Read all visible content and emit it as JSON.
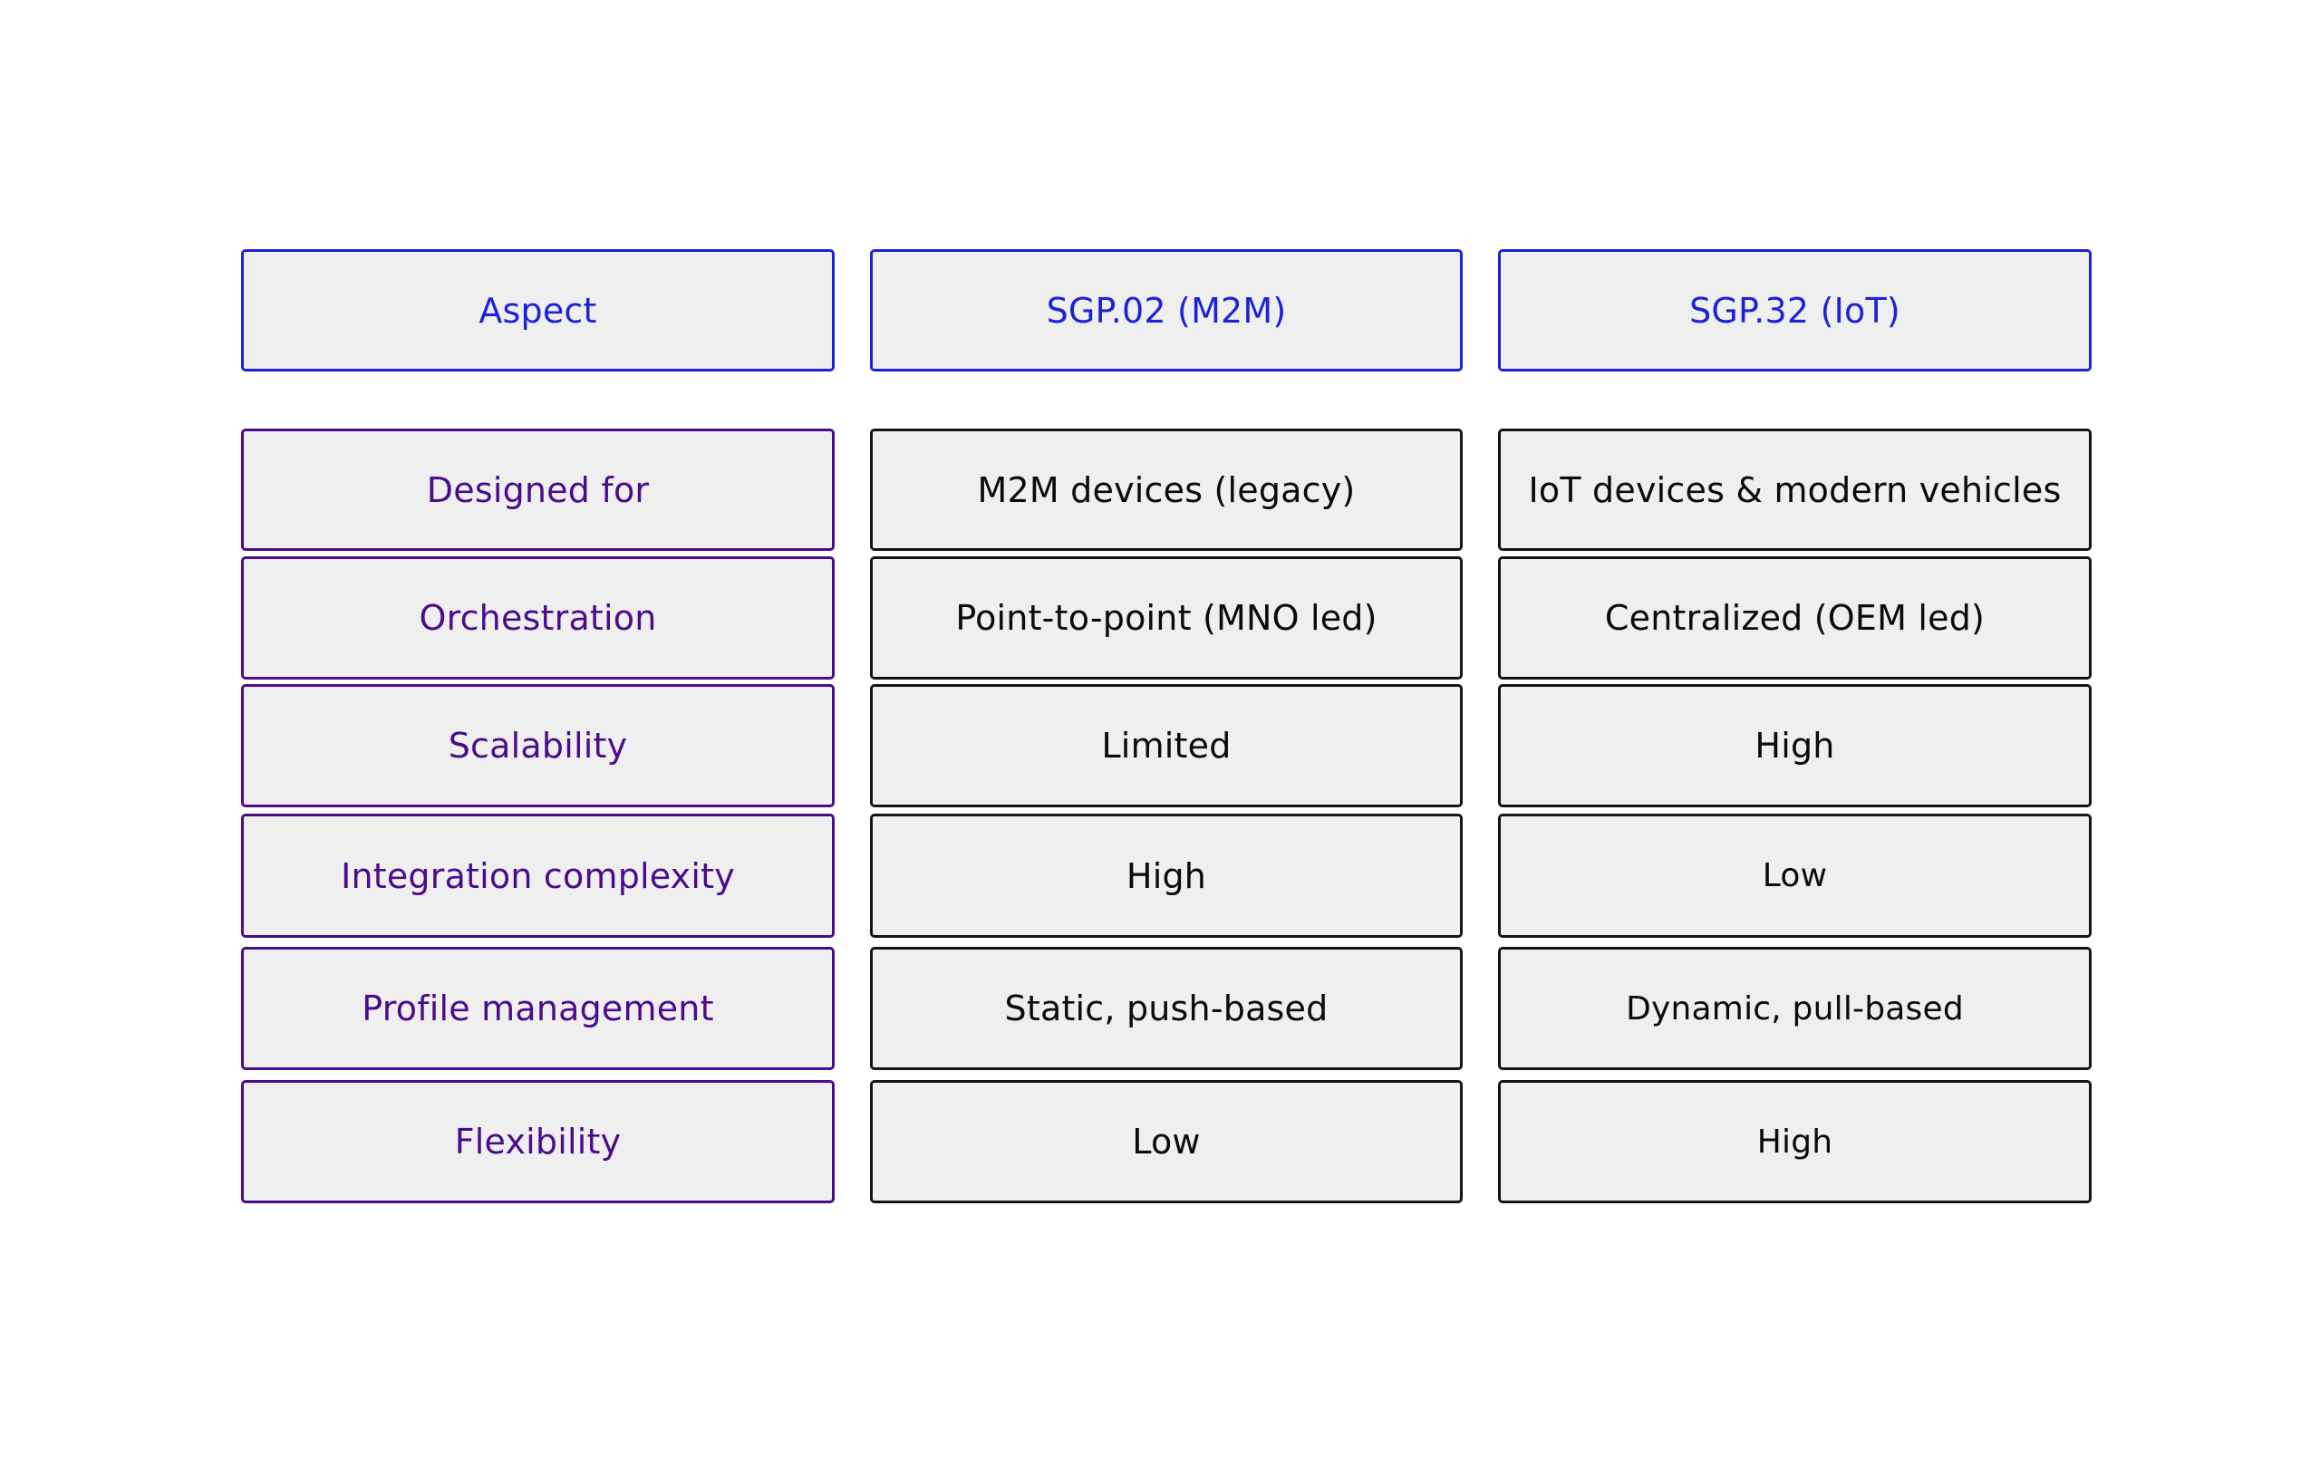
{
  "colors": {
    "header": "#1c22d8",
    "aspect": "#4b0c8c",
    "value_border": "#141414",
    "cell_fill": "#efefef",
    "background": "#ffffff"
  },
  "table": {
    "headers": [
      "Aspect",
      "SGP.02 (M2M)",
      "SGP.32 (IoT)"
    ],
    "rows": [
      {
        "aspect": "Designed for",
        "sgp02": "M2M devices (legacy)",
        "sgp32": "IoT devices & modern vehicles"
      },
      {
        "aspect": "Orchestration",
        "sgp02": "Point-to-point (MNO led)",
        "sgp32": "Centralized (OEM led)"
      },
      {
        "aspect": "Scalability",
        "sgp02": "Limited",
        "sgp32": "High"
      },
      {
        "aspect": "Integration complexity",
        "sgp02": "High",
        "sgp32": "Low"
      },
      {
        "aspect": "Profile management",
        "sgp02": "Static, push-based",
        "sgp32": "Dynamic, pull-based"
      },
      {
        "aspect": "Flexibility",
        "sgp02": "Low",
        "sgp32": "High"
      }
    ]
  }
}
